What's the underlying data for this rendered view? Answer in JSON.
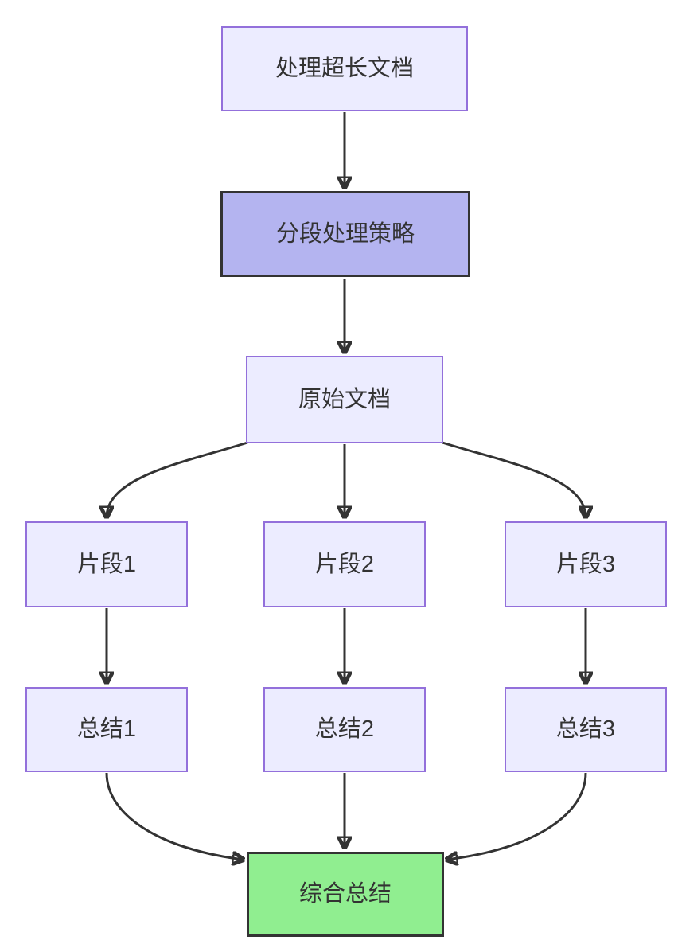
{
  "diagram": {
    "type": "flowchart",
    "direction": "top-down",
    "nodes": [
      {
        "id": "process",
        "label": "处理超长文档",
        "style": "default"
      },
      {
        "id": "strategy",
        "label": "分段处理策略",
        "style": "emphasis"
      },
      {
        "id": "original",
        "label": "原始文档",
        "style": "default"
      },
      {
        "id": "fragment1",
        "label": "片段1",
        "style": "default"
      },
      {
        "id": "fragment2",
        "label": "片段2",
        "style": "default"
      },
      {
        "id": "fragment3",
        "label": "片段3",
        "style": "default"
      },
      {
        "id": "summary1",
        "label": "总结1",
        "style": "default"
      },
      {
        "id": "summary2",
        "label": "总结2",
        "style": "default"
      },
      {
        "id": "summary3",
        "label": "总结3",
        "style": "default"
      },
      {
        "id": "final",
        "label": "综合总结",
        "style": "result"
      }
    ],
    "edges": [
      {
        "from": "处理超长文档",
        "to": "分段处理策略"
      },
      {
        "from": "分段处理策略",
        "to": "原始文档"
      },
      {
        "from": "原始文档",
        "to": "片段1"
      },
      {
        "from": "原始文档",
        "to": "片段2"
      },
      {
        "from": "原始文档",
        "to": "片段3"
      },
      {
        "from": "片段1",
        "to": "总结1"
      },
      {
        "from": "片段2",
        "to": "总结2"
      },
      {
        "from": "片段3",
        "to": "总结3"
      },
      {
        "from": "总结1",
        "to": "综合总结"
      },
      {
        "from": "总结2",
        "to": "综合总结"
      },
      {
        "from": "总结3",
        "to": "综合总结"
      }
    ],
    "colors": {
      "default_fill": "#ECECFF",
      "default_border": "#9370DB",
      "emphasis_fill": "#B4B4F0",
      "emphasis_border": "#333333",
      "result_fill": "#90EE90",
      "result_border": "#333333",
      "edge": "#333333",
      "text": "#333333",
      "background": "#FFFFFF"
    }
  }
}
